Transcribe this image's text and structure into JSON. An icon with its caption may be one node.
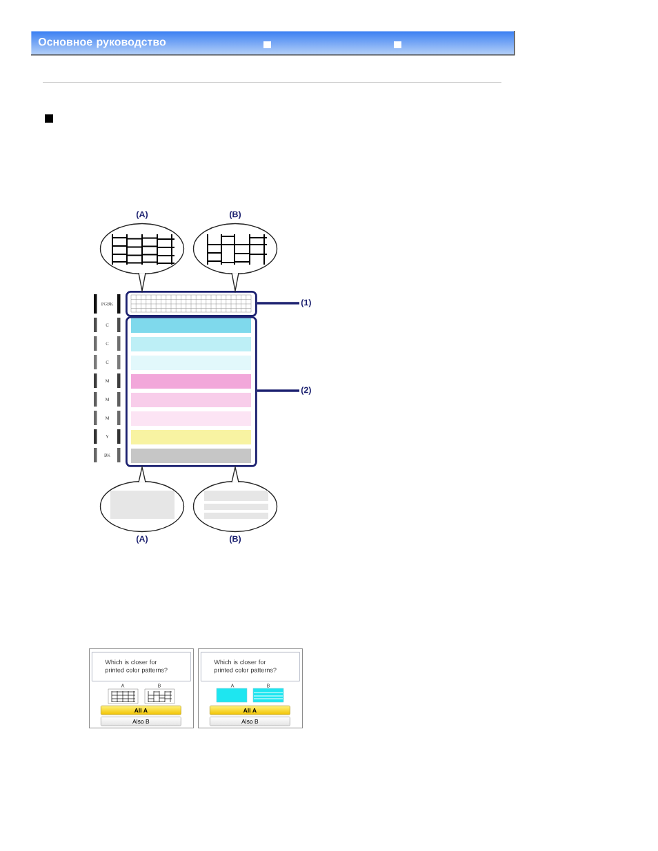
{
  "diagram": {
    "title": "Основное руководство",
    "nodes": [
      {
        "text": [
          "(A)"
        ]
      },
      {
        "text": [
          "(B)"
        ]
      },
      {
        "text": [],
        "shape": "box"
      },
      {
        "text": [
          "(1)"
        ]
      },
      {
        "text": [],
        "shape": "box"
      },
      {
        "text": [
          "(2)"
        ]
      },
      {
        "text": [
          "(A)"
        ]
      },
      {
        "text": [
          "(B)"
        ]
      },
      {
        "text": [
          "A",
          "B"
        ]
      },
      {
        "text": [
          "Which is closer for printed color patterns?"
        ],
        "in": 8
      },
      {
        "text": [
          "All A"
        ],
        "in": 8
      },
      {
        "text": [
          "Also B"
        ],
        "in": 8
      },
      {
        "text": [
          "A",
          "B"
        ]
      },
      {
        "text": [
          "Which is closer for printed color patterns?"
        ],
        "in": 12
      },
      {
        "text": [
          "All A"
        ],
        "in": 12
      },
      {
        "text": [
          "Also B"
        ],
        "in": 12
      }
    ],
    "edges": [
      {
        "from": 0,
        "to": 2,
        "arrow": "none"
      },
      {
        "from": 1,
        "to": 2,
        "arrow": "none"
      },
      {
        "from": 3,
        "to": 2,
        "arrow": "none",
        "style": "thick",
        "color": "#1c2170"
      },
      {
        "from": 6,
        "to": 4,
        "arrow": "none"
      },
      {
        "from": 7,
        "to": 4,
        "arrow": "none"
      },
      {
        "from": 5,
        "to": 4,
        "arrow": "none",
        "style": "thick",
        "color": "#1c2170"
      }
    ],
    "labels": [
      "PGBK",
      "C",
      "C",
      "C",
      "M",
      "M",
      "M",
      "Y",
      "BK"
    ]
  }
}
